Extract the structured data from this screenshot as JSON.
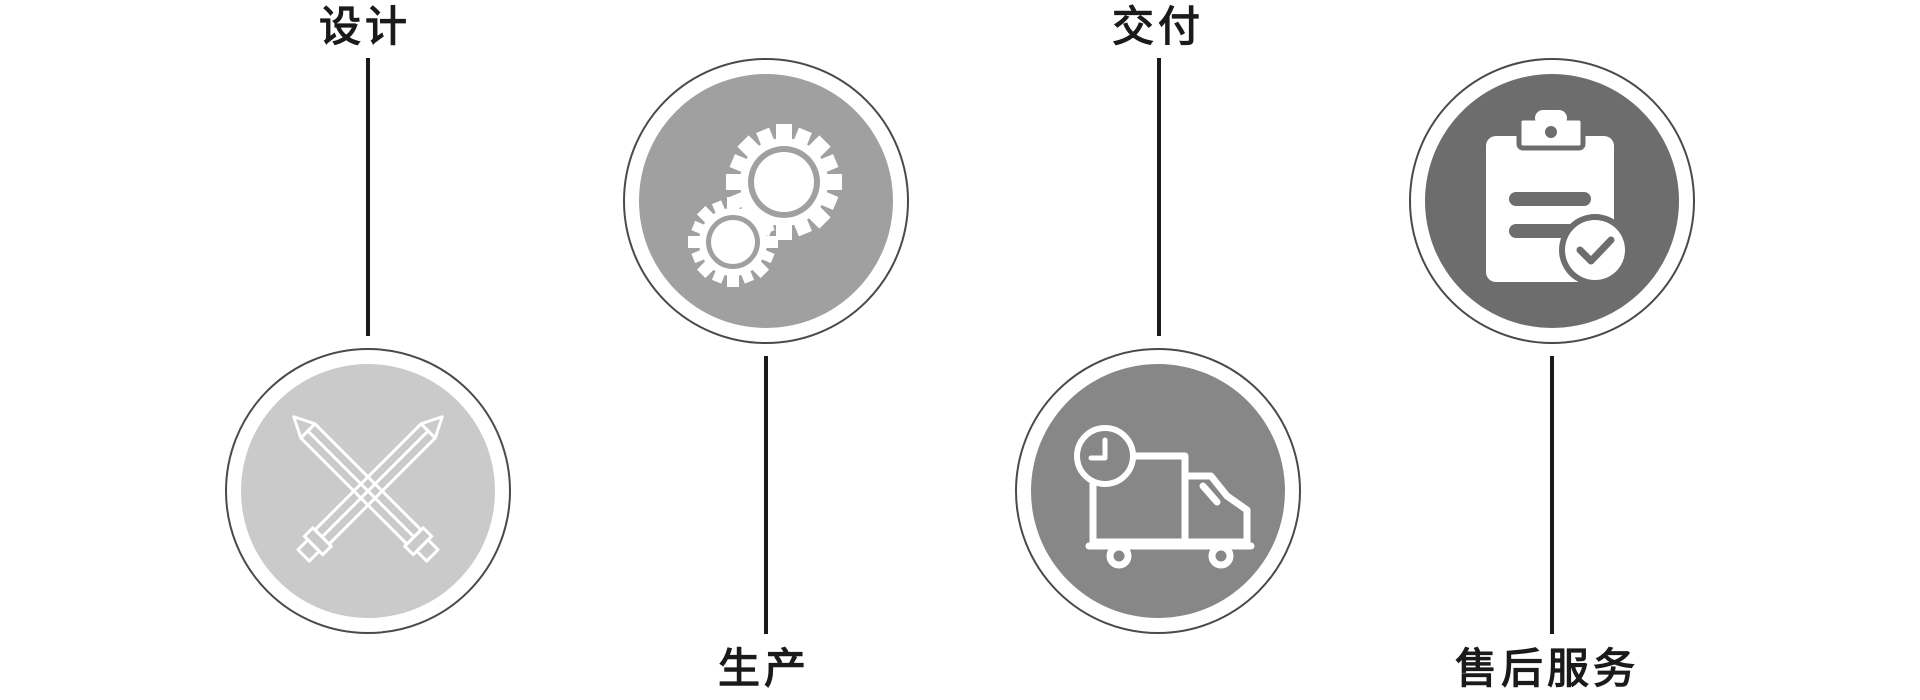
{
  "steps": [
    {
      "label": "设计",
      "icon": "crossed-pencils-icon",
      "disc_color": "#c9cac9"
    },
    {
      "label": "生产",
      "icon": "gears-icon",
      "disc_color": "#a0a0a0"
    },
    {
      "label": "交付",
      "icon": "delivery-truck-clock-icon",
      "disc_color": "#878787"
    },
    {
      "label": "售后服务",
      "icon": "clipboard-check-icon",
      "disc_color": "#6d6d6d"
    }
  ]
}
